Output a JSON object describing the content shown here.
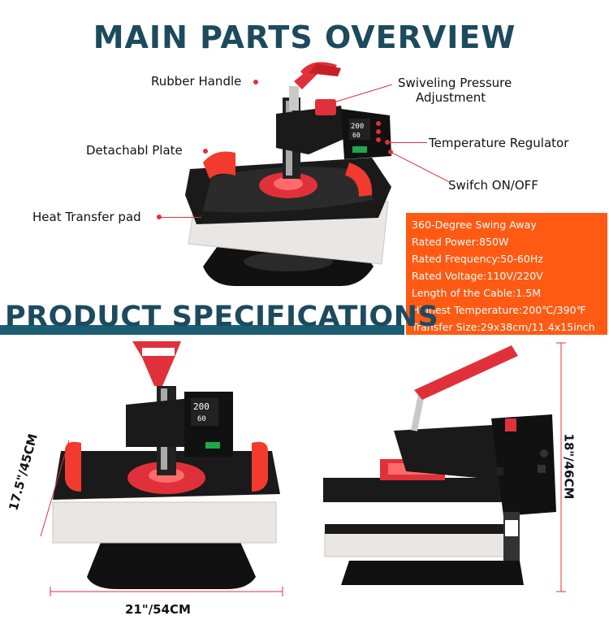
{
  "header": {
    "title": "MAIN PARTS OVERVIEW"
  },
  "callouts": {
    "rubber_handle": "Rubber Handle",
    "swivel_line1": "Swiveling Pressure",
    "swivel_line2": "Adjustment",
    "detachable_plate": "Detachabl Plate",
    "temperature_regulator": "Temperature Regulator",
    "switch": "Swifch ON/OFF",
    "heat_transfer_pad": "Heat Transfer pad"
  },
  "specs": [
    "360-Degree Swing Away",
    "Rated Power:850W",
    "Rated Frequency:50-60Hz",
    "Rated Voltage:110V/220V",
    "Length of the Cable:1.5M",
    "Highest Temperature:200℃/390℉",
    "Transfer Size:29x38cm/11.4x15inch"
  ],
  "banner": {
    "title": "PRODUCT SPECIFICATIONS"
  },
  "display": {
    "top_reading": "200",
    "top_sub": "60",
    "front_reading": "200",
    "front_sub": "60"
  },
  "dimensions": {
    "depth": "17.5\"/45CM",
    "width": "21\"/54CM",
    "height": "18\"/46CM"
  },
  "colors": {
    "accent_red": "#e0313a",
    "spec_orange": "#ff5a14",
    "title_teal": "#1c4a5e",
    "banner_teal": "#1c5d74"
  }
}
